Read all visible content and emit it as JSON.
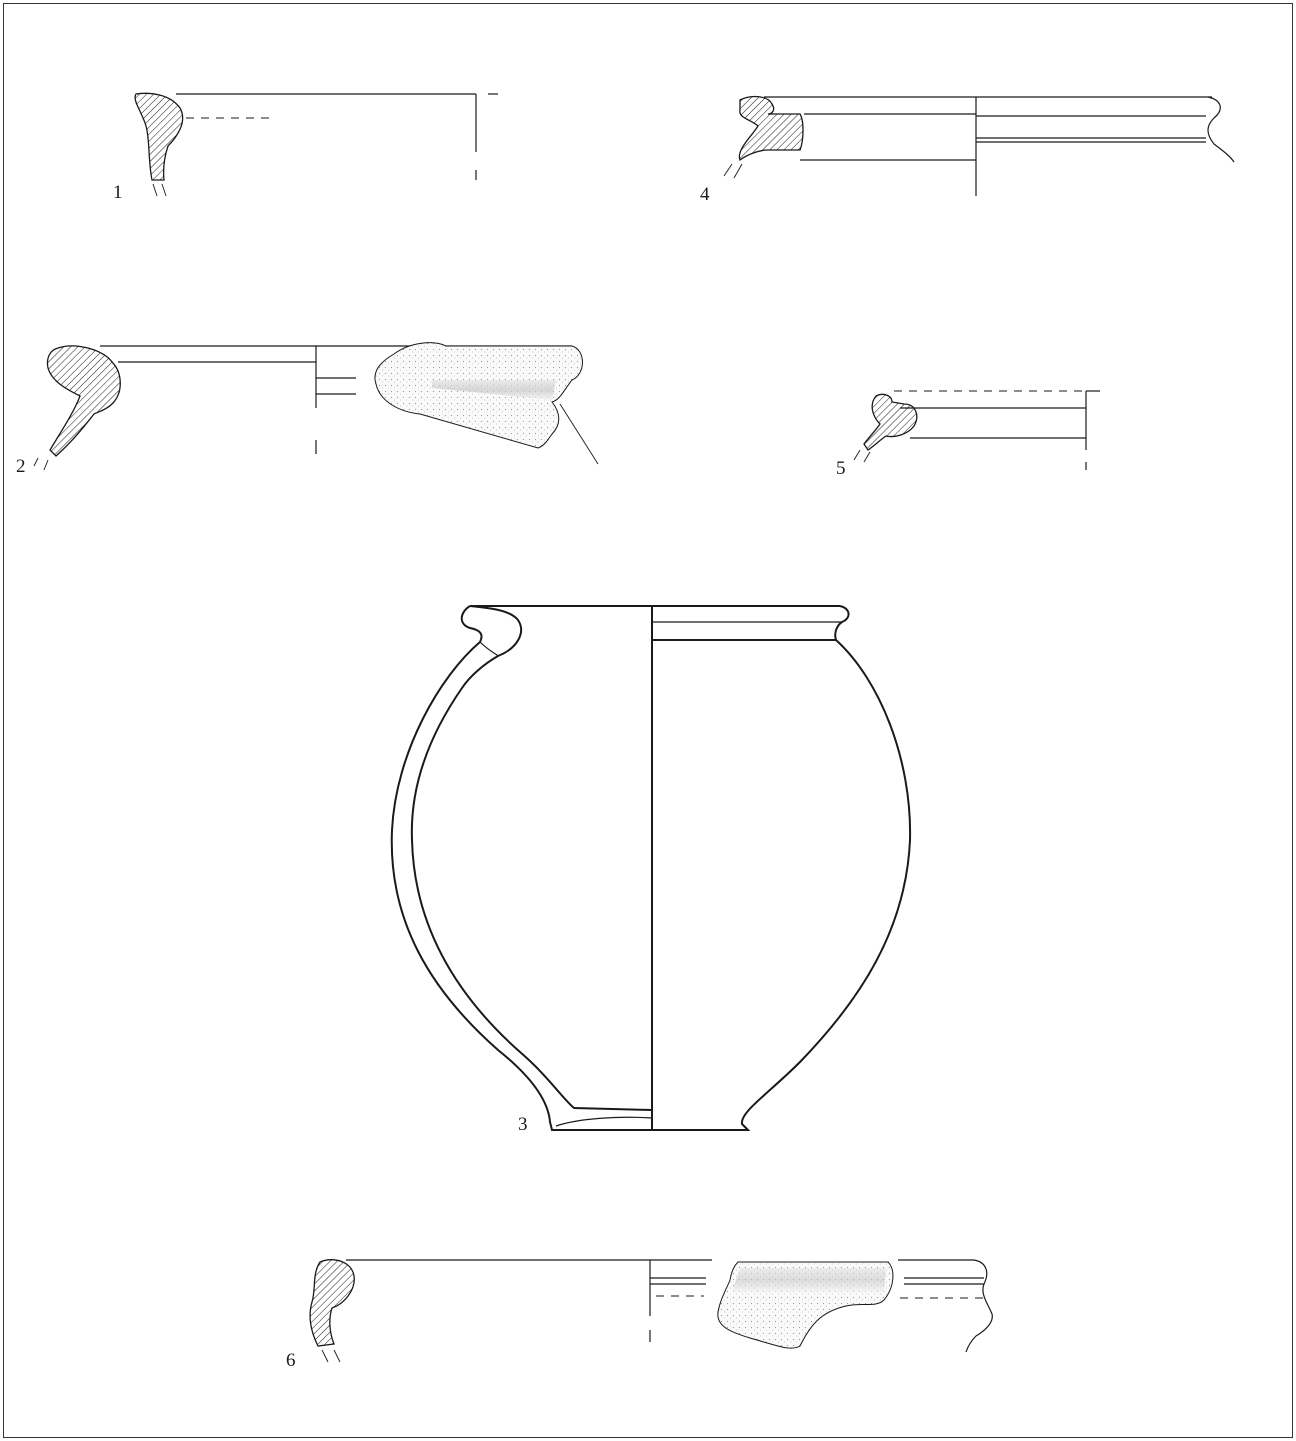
{
  "figures": [
    {
      "number": "1"
    },
    {
      "number": "2"
    },
    {
      "number": "3"
    },
    {
      "number": "4"
    },
    {
      "number": "5"
    },
    {
      "number": "6"
    }
  ]
}
